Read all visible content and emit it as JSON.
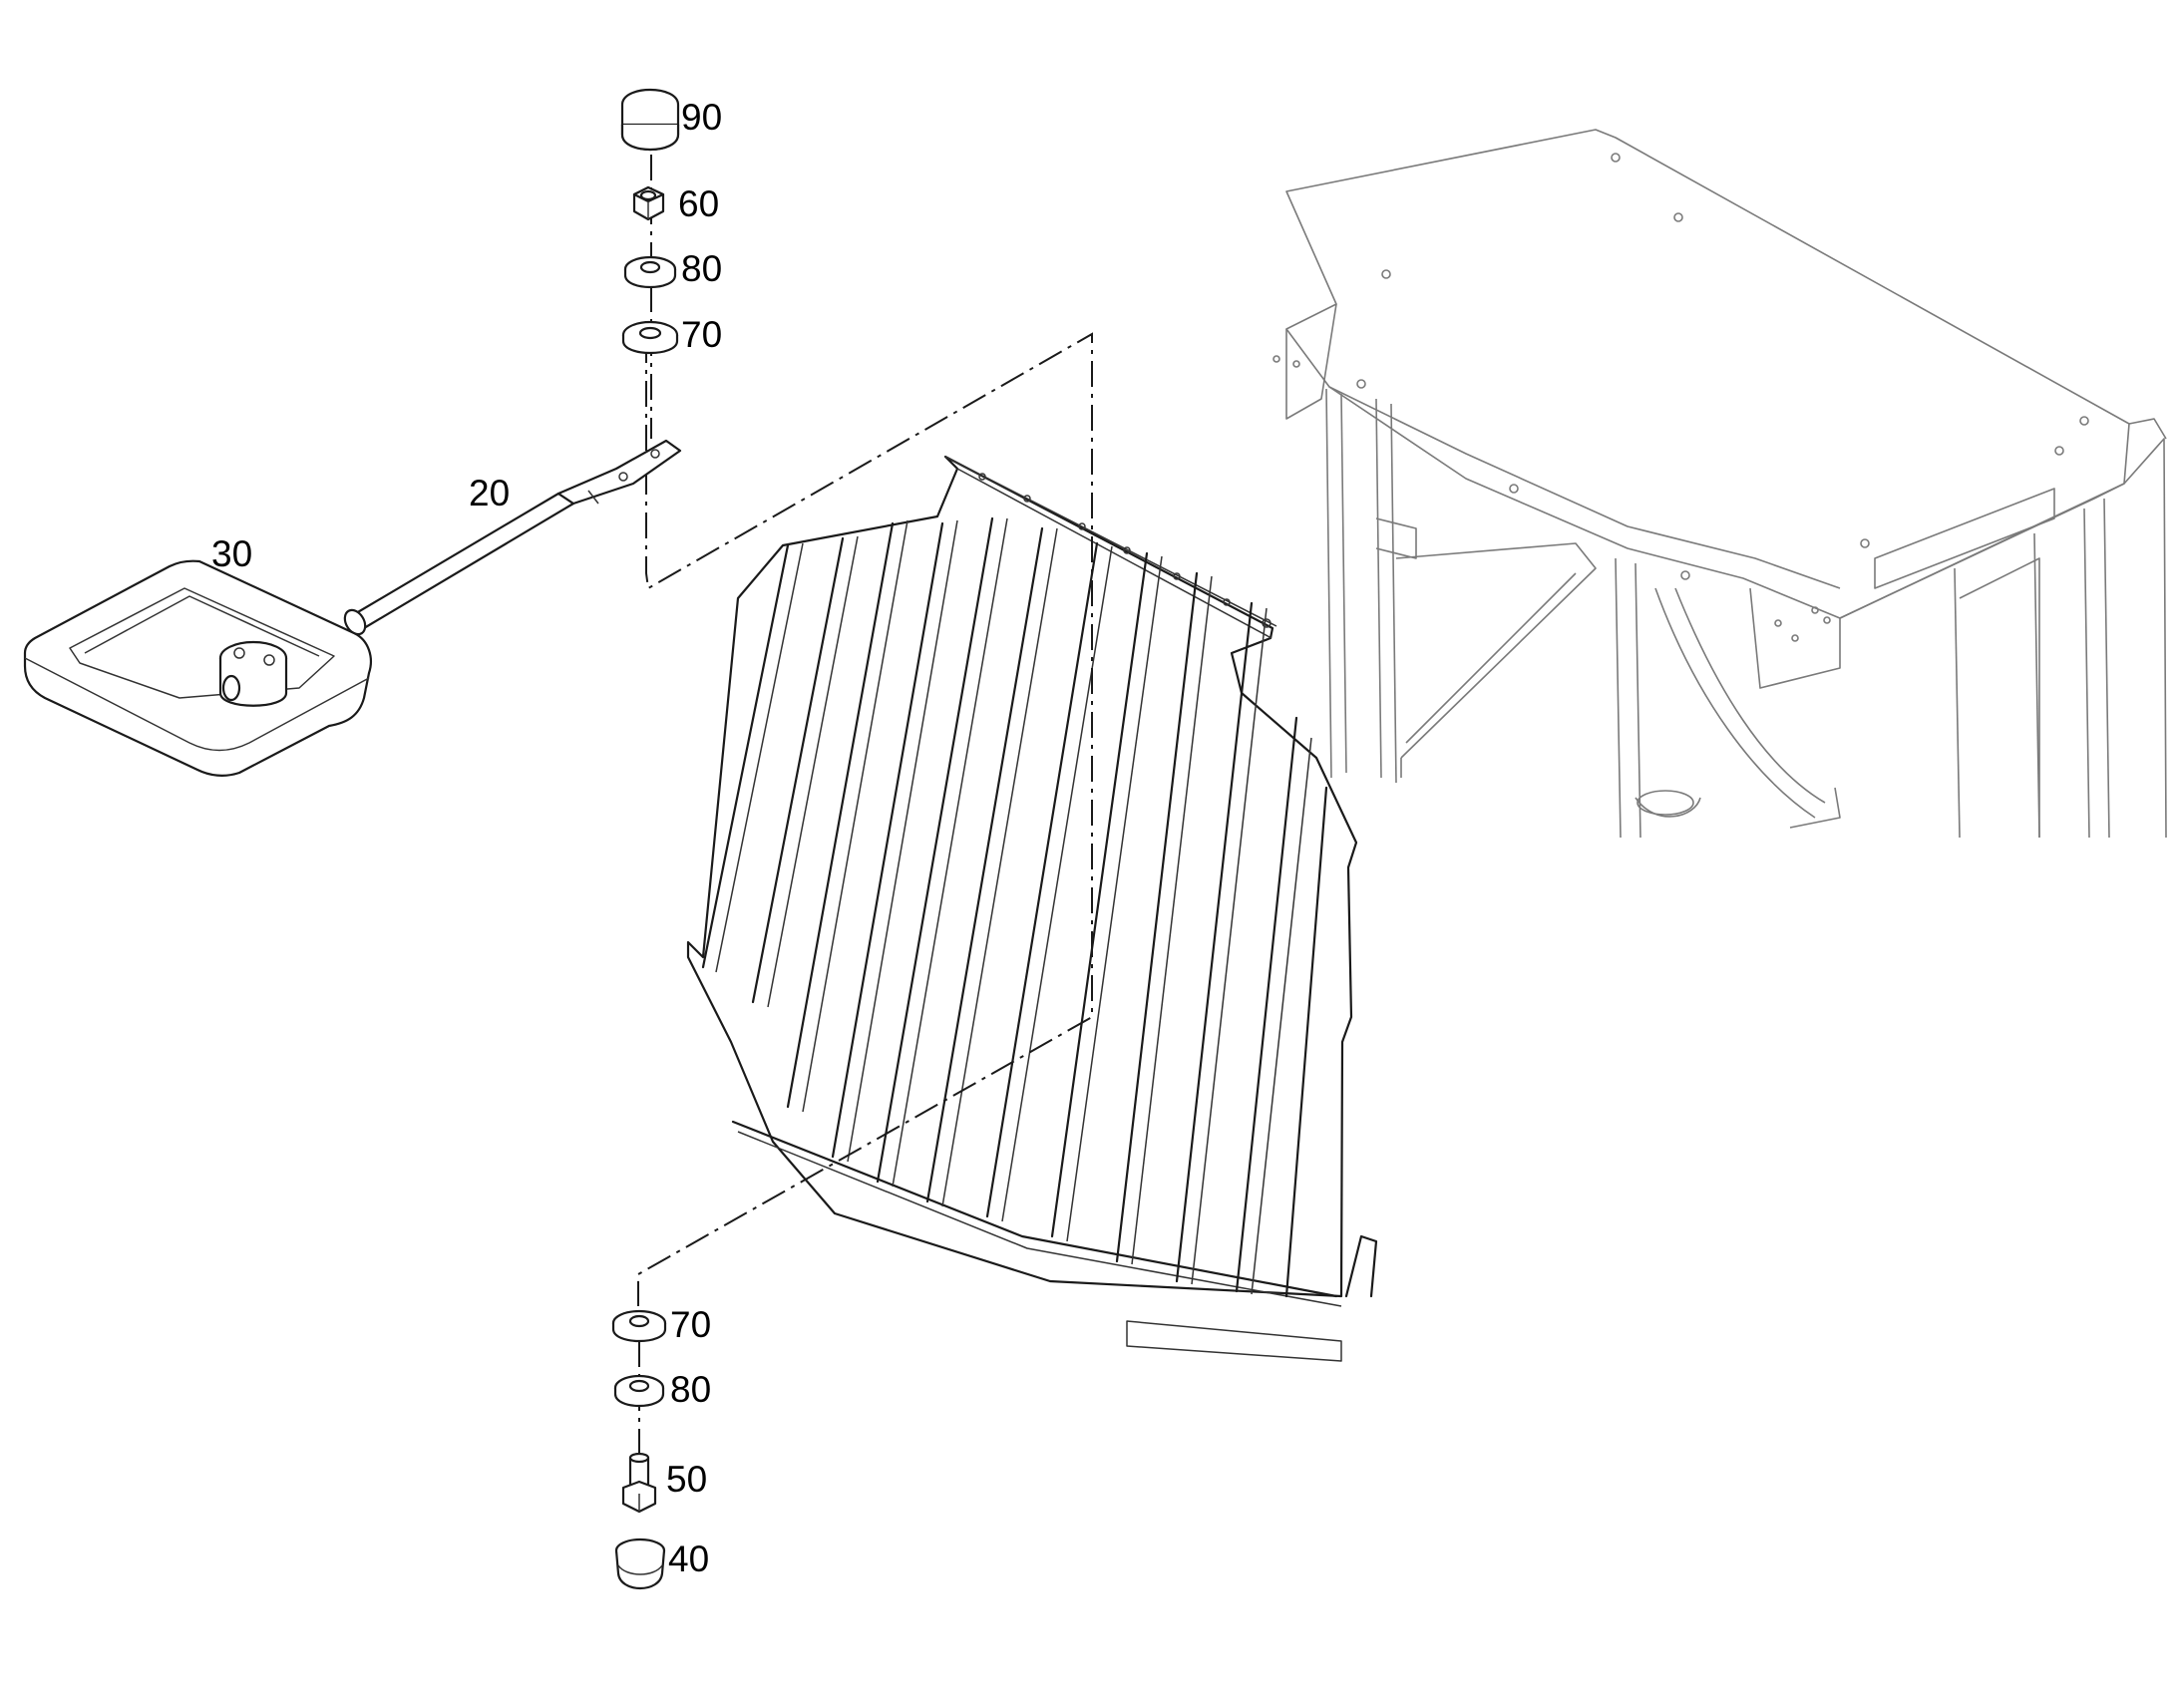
{
  "callouts": {
    "p90": "90",
    "p60": "60",
    "p80_top": "80",
    "p70_top": "70",
    "p20": "20",
    "p30": "30",
    "p70_bottom": "70",
    "p80_bottom": "80",
    "p50": "50",
    "p40": "40"
  },
  "parts": {
    "p90": "cap-nut-icon",
    "p60": "hex-nut-icon",
    "p80": "washer-icon",
    "p70": "flat-washer-icon",
    "p20": "mirror-arm-icon",
    "p30": "mirror-icon",
    "p50": "bolt-icon",
    "p40": "cap-icon"
  },
  "colors": {
    "line": "#1a1a1a",
    "faint": "#7a7a7a",
    "background": "#ffffff"
  }
}
